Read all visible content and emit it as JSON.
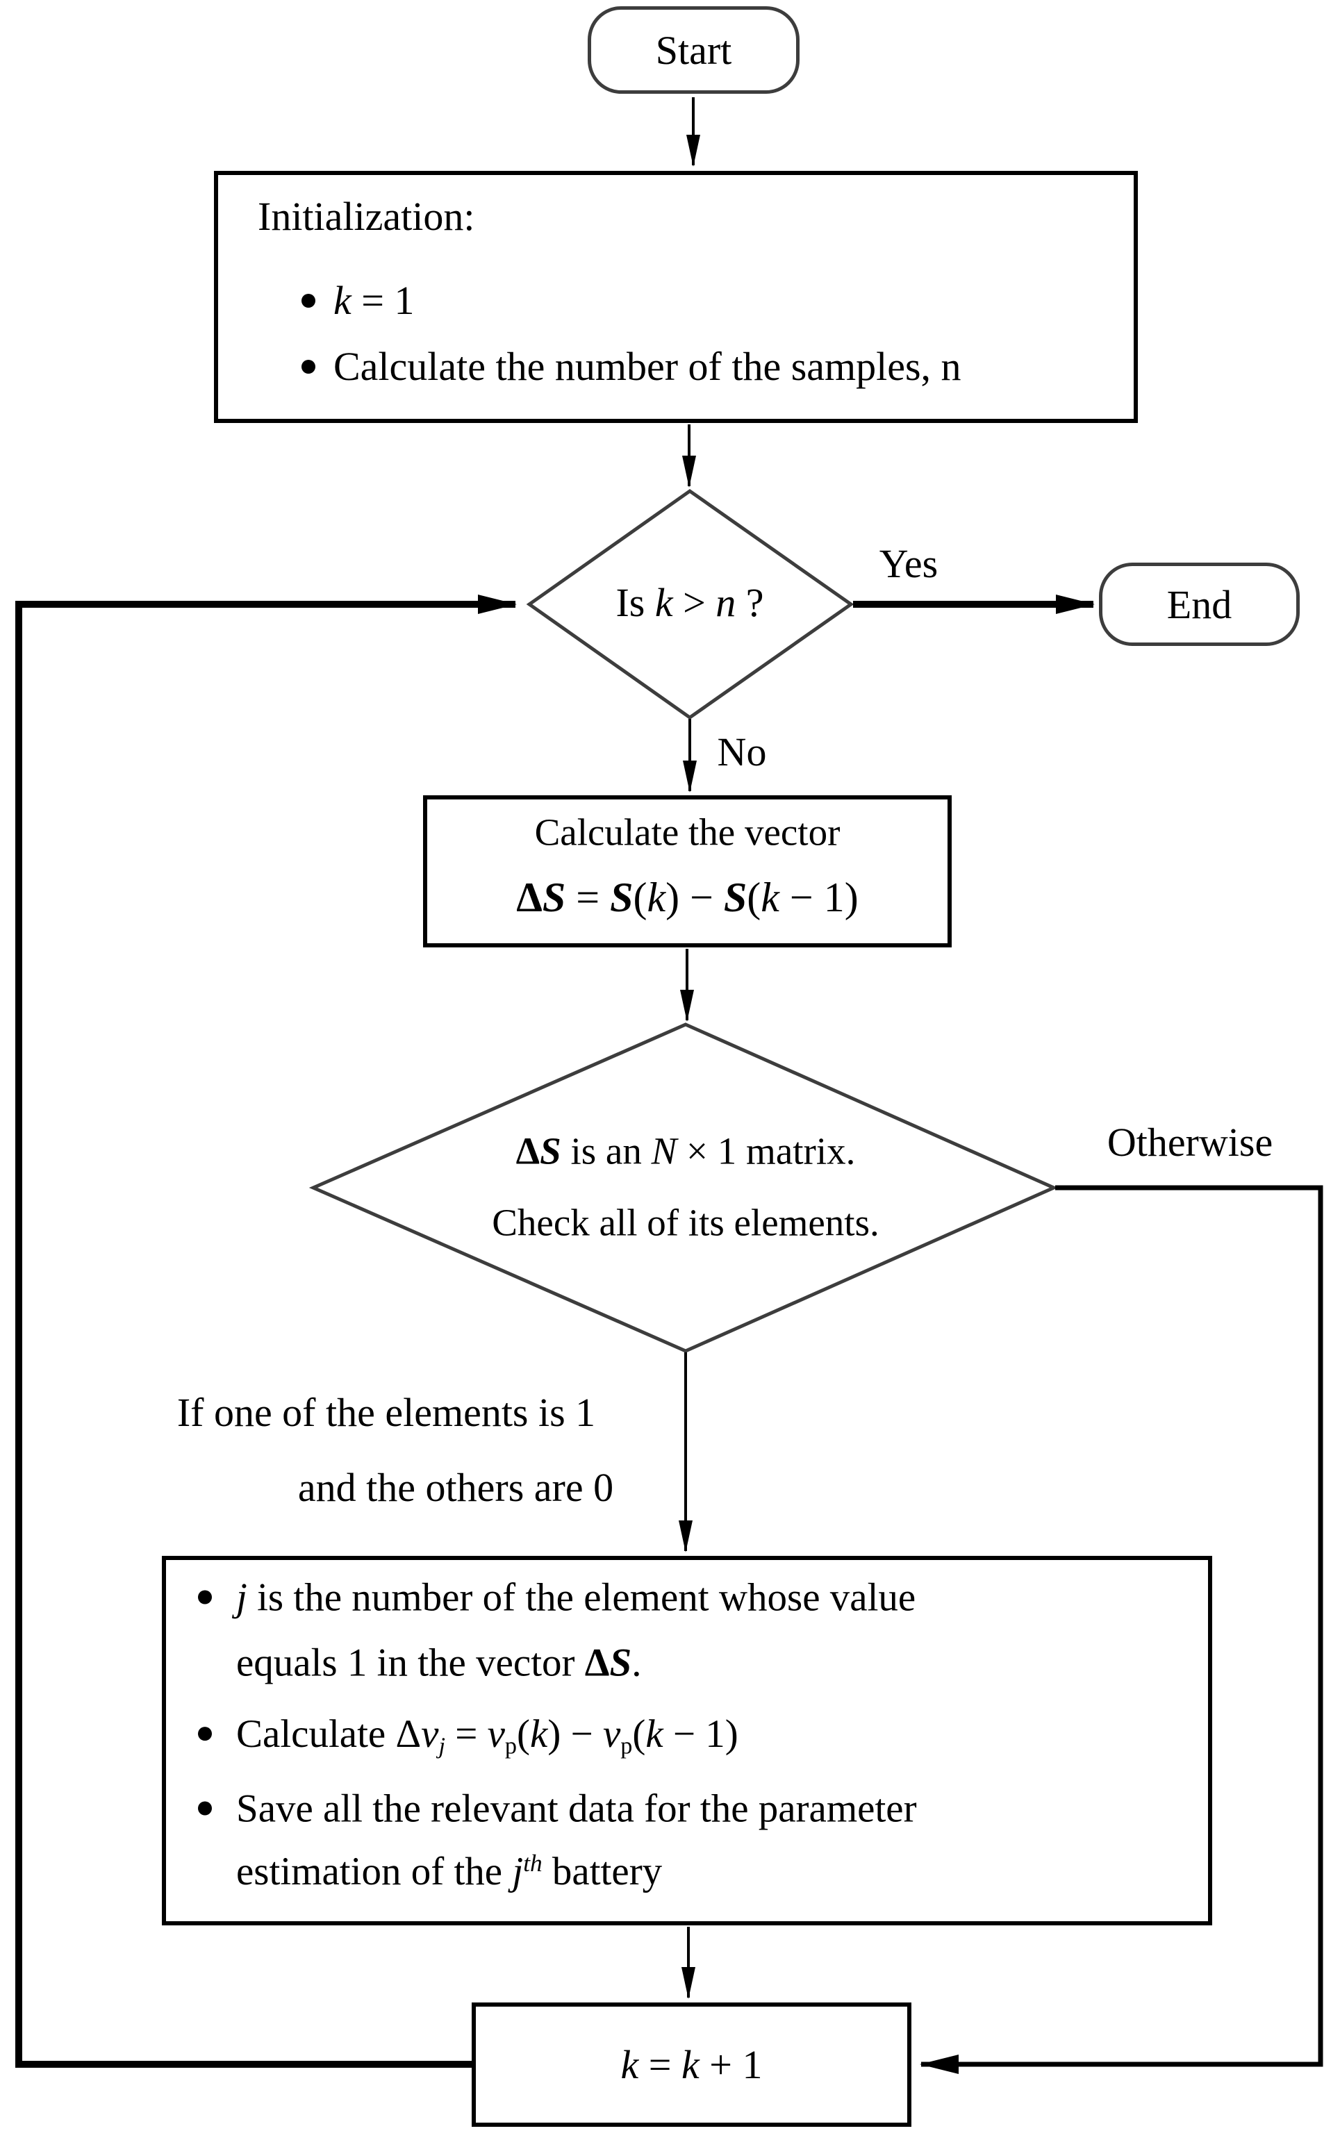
{
  "labels": {
    "yes": "Yes",
    "no": "No",
    "otherwise": "Otherwise",
    "branch_line1": "If one of the elements is 1",
    "branch_line2": "and the others are 0"
  },
  "nodes": {
    "start": {
      "label": "Start"
    },
    "end": {
      "label": "End"
    },
    "init": {
      "title": "Initialization:",
      "bullet1": [
        {
          "c": "i",
          "t": "k"
        },
        {
          "t": " = 1"
        }
      ],
      "bullet2": [
        {
          "t": "Calculate the number of the samples, n"
        }
      ]
    },
    "decision1": {
      "question": [
        {
          "t": "Is "
        },
        {
          "c": "i",
          "t": "k"
        },
        {
          "t": " > "
        },
        {
          "c": "i",
          "t": "n"
        },
        {
          "t": " ?"
        }
      ]
    },
    "calc_vector": {
      "line1": "Calculate the vector",
      "formula": [
        {
          "c": "b",
          "t": "Δ"
        },
        {
          "c": "bi",
          "t": "S"
        },
        {
          "t": " = "
        },
        {
          "c": "bi",
          "t": "S"
        },
        {
          "t": "("
        },
        {
          "c": "i",
          "t": "k"
        },
        {
          "t": ") − "
        },
        {
          "c": "bi",
          "t": "S"
        },
        {
          "t": "("
        },
        {
          "c": "i",
          "t": "k"
        },
        {
          "t": " − 1)"
        }
      ]
    },
    "decision2": {
      "line1": [
        {
          "c": "b",
          "t": "Δ"
        },
        {
          "c": "bi",
          "t": "S"
        },
        {
          "t": " is an "
        },
        {
          "c": "i",
          "t": "N"
        },
        {
          "t": " × 1 matrix."
        }
      ],
      "line2": "Check all of its elements."
    },
    "process": {
      "b1_line1": [
        {
          "c": "i",
          "t": "j"
        },
        {
          "t": " is the number of the element whose value"
        }
      ],
      "b1_line2": [
        {
          "t": "equals 1 in the vector "
        },
        {
          "c": "b",
          "t": "Δ"
        },
        {
          "c": "bi",
          "t": "S"
        },
        {
          "t": "."
        }
      ],
      "b2": [
        {
          "t": "Calculate Δ"
        },
        {
          "c": "i",
          "t": "v"
        },
        {
          "c": "isub",
          "t": "j"
        },
        {
          "t": " = "
        },
        {
          "c": "i",
          "t": "v"
        },
        {
          "c": "sub",
          "t": "p"
        },
        {
          "t": "("
        },
        {
          "c": "i",
          "t": "k"
        },
        {
          "t": ") − "
        },
        {
          "c": "i",
          "t": "v"
        },
        {
          "c": "sub",
          "t": "p"
        },
        {
          "t": "("
        },
        {
          "c": "i",
          "t": "k"
        },
        {
          "t": " − 1)"
        }
      ],
      "b3_line1": [
        {
          "t": "Save all the relevant data for the parameter"
        }
      ],
      "b3_line2": [
        {
          "t": "estimation of the "
        },
        {
          "c": "i",
          "t": "j"
        },
        {
          "c": "isup",
          "t": "th"
        },
        {
          "t": " battery"
        }
      ]
    },
    "increment": {
      "formula": [
        {
          "c": "i",
          "t": "k"
        },
        {
          "t": " = "
        },
        {
          "c": "i",
          "t": "k"
        },
        {
          "t": " + 1"
        }
      ]
    }
  },
  "colors": {
    "background": "#ffffff",
    "line": "#000000",
    "shape_stroke": "#3d3d3d",
    "text": "#000000"
  }
}
